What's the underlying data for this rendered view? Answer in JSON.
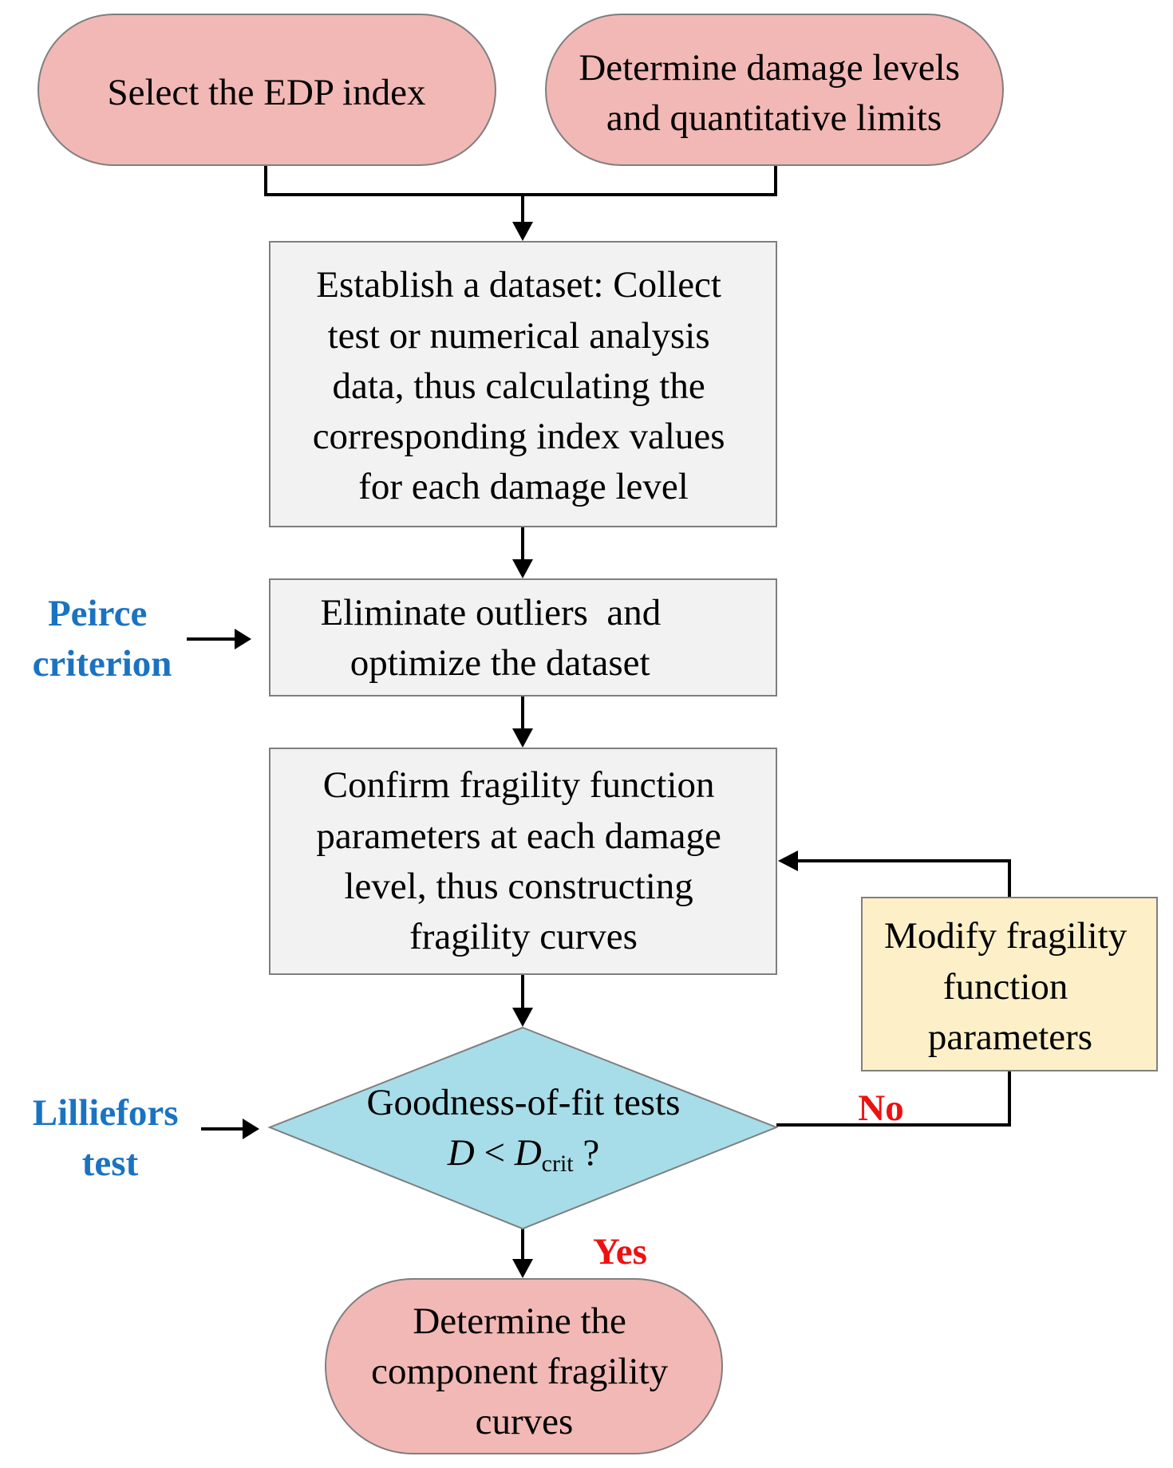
{
  "colors": {
    "terminal_fill": "#f2b8b5",
    "process_fill": "#f2f2f2",
    "decision_fill": "#a7dde9",
    "modify_fill": "#fdf0c8",
    "side_label": "#1a73c2",
    "decision_label": "#ee1111",
    "stroke": "#7f7f7f",
    "arrow": "#000000"
  },
  "nodes": {
    "select_edp": {
      "lines": [
        "Select the EDP index"
      ]
    },
    "determine_damage": {
      "lines": [
        "Determine damage levels",
        "and quantitative limits"
      ]
    },
    "establish_dataset": {
      "lines": [
        "Establish a dataset: Collect",
        "test or numerical analysis",
        "data, thus calculating the",
        "corresponding index values",
        "for each damage level"
      ]
    },
    "eliminate_outliers": {
      "lines": [
        "Eliminate outliers  and",
        "optimize the dataset"
      ]
    },
    "confirm_parameters": {
      "lines": [
        "Confirm fragility function",
        "parameters at each damage",
        "level, thus constructing",
        "fragility curves"
      ]
    },
    "goodness_of_fit": {
      "line1": "Goodness-of-fit tests",
      "D": "D",
      "lt": " < ",
      "D2": "D",
      "sub": "crit",
      "q": " ?"
    },
    "modify_parameters": {
      "lines": [
        "Modify fragility",
        "function",
        "parameters"
      ]
    },
    "final": {
      "lines": [
        "Determine the",
        "component fragility",
        "curves"
      ]
    }
  },
  "side_labels": {
    "peirce": [
      "Peirce",
      "criterion"
    ],
    "lilliefors": [
      "Lilliefors",
      "test"
    ]
  },
  "decision_labels": {
    "no": "No",
    "yes": "Yes"
  }
}
